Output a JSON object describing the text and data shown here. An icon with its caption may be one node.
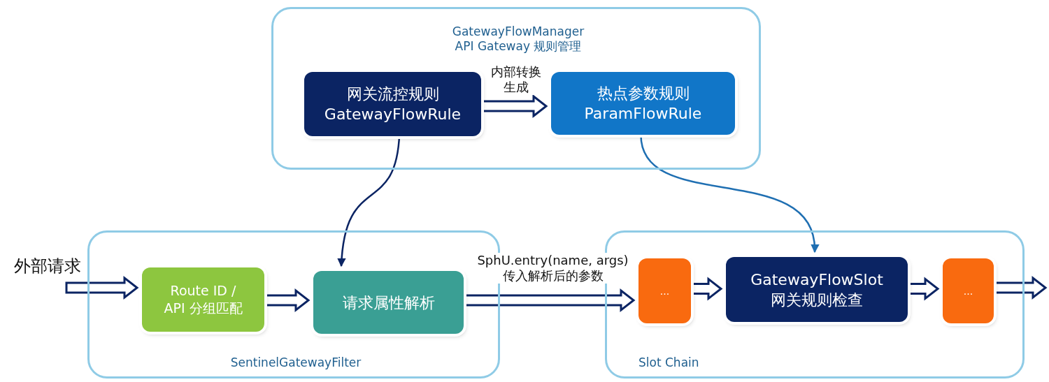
{
  "diagram": {
    "nodes": [
      {
        "text": [
          "GatewayFlowManager API Gateway 规则管理"
        ]
      },
      {
        "text": [
          "网关流控规则 GatewayFlowRule"
        ],
        "in": 0
      },
      {
        "text": [
          "热点参数规则 ParamFlowRule"
        ],
        "in": 0
      },
      {
        "text": [
          "外部请求"
        ]
      },
      {
        "text": [
          "SentinelGatewayFilter"
        ]
      },
      {
        "text": [
          "Route ID / API 分组匹配"
        ],
        "in": 4
      },
      {
        "text": [
          "请求属性解析"
        ],
        "in": 4
      },
      {
        "text": [
          "Slot Chain"
        ]
      },
      {
        "text": [
          "..."
        ],
        "in": 7
      },
      {
        "text": [
          "GatewayFlowSlot 网关规则检查"
        ],
        "in": 7
      },
      {
        "text": [
          "..."
        ],
        "in": 7
      }
    ],
    "edges": [
      {
        "from": 1,
        "to": 2,
        "arrow": "to",
        "label": "内部转换生成"
      },
      {
        "from": 1,
        "to": 6,
        "arrow": "to"
      },
      {
        "from": 2,
        "to": 9,
        "arrow": "to",
        "color": "#1f6fb2"
      },
      {
        "from": 3,
        "to": 5,
        "arrow": "to"
      },
      {
        "from": 5,
        "to": 6,
        "arrow": "to"
      },
      {
        "from": 6,
        "to": 8,
        "arrow": "to",
        "label": "SphU.entry(name, args) 传入解析后的参数"
      },
      {
        "from": 8,
        "to": 9,
        "arrow": "to"
      },
      {
        "from": 9,
        "to": 10,
        "arrow": "to"
      },
      {
        "from": 10,
        "to": null,
        "arrow": "to"
      }
    ]
  }
}
